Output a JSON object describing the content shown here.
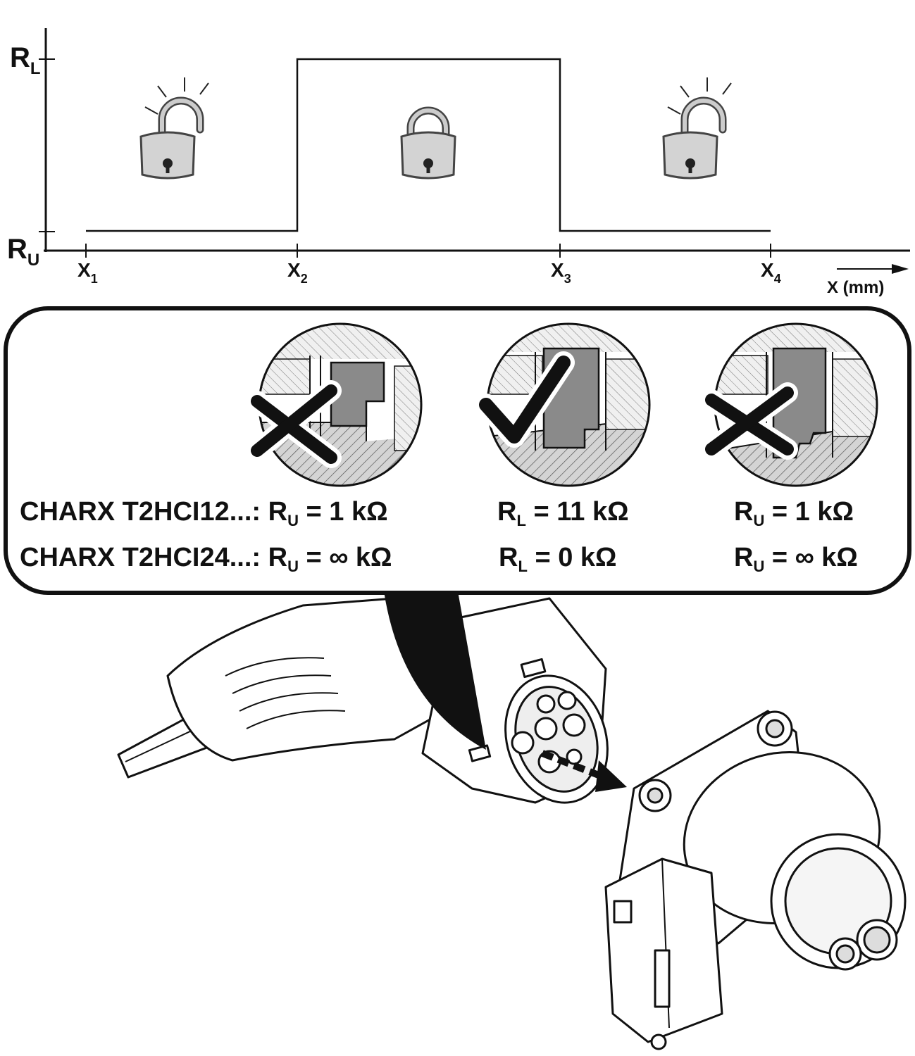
{
  "graph": {
    "y_high_label": "R",
    "y_high_sub": "L",
    "y_low_label": "R",
    "y_low_sub": "U",
    "x_ticks": [
      {
        "label": "X",
        "sub": "1"
      },
      {
        "label": "X",
        "sub": "2"
      },
      {
        "label": "X",
        "sub": "3"
      },
      {
        "label": "X",
        "sub": "4"
      }
    ],
    "x_axis_label": "X (mm)",
    "states": [
      "unlocked",
      "locked",
      "unlocked"
    ]
  },
  "panel": {
    "row1_prefix": "CHARX T2HCI12...: R",
    "row1_sub": "U",
    "row1_value": " = 1 kΩ",
    "row2_prefix": "CHARX T2HCI24...: R",
    "row2_sub": "U",
    "row2_value": " = ∞ kΩ",
    "mid1_prefix": "R",
    "mid1_sub": "L",
    "mid1_value": " = 11 kΩ",
    "mid2_prefix": "R",
    "mid2_sub": "L",
    "mid2_value": " = 0 kΩ",
    "right1_prefix": "R",
    "right1_sub": "U",
    "right1_value": " = 1 kΩ",
    "right2_prefix": "R",
    "right2_sub": "U",
    "right2_value": " = ∞ kΩ",
    "details": [
      "incorrect",
      "correct",
      "incorrect"
    ]
  },
  "colors": {
    "line": "#111111",
    "hatch_grey": "#c8c8c8",
    "pin_grey": "#8a8a8a",
    "lock_grey": "#d0d0d0"
  }
}
